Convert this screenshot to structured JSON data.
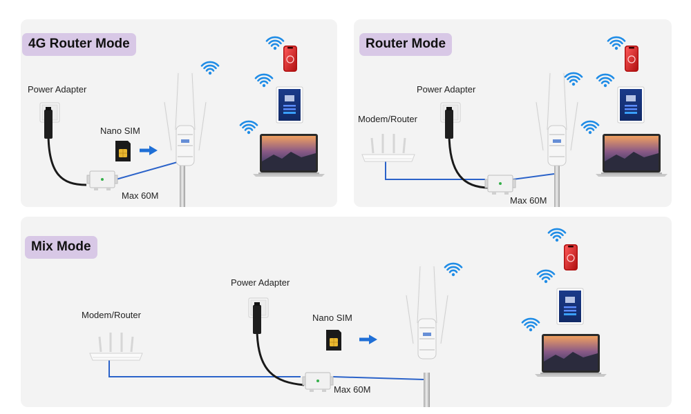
{
  "panels": {
    "lte": {
      "title": "4G Router Mode",
      "power_adapter": "Power Adapter",
      "nano_sim": "Nano SIM",
      "cable_length": "Max 60M"
    },
    "router": {
      "title": "Router Mode",
      "power_adapter": "Power Adapter",
      "modem": "Modem/Router",
      "cable_length": "Max 60M"
    },
    "mix": {
      "title": "Mix Mode",
      "power_adapter": "Power Adapter",
      "modem": "Modem/Router",
      "nano_sim": "Nano SIM",
      "cable_length": "Max 60M"
    }
  },
  "colors": {
    "panel_bg": "#f3f3f3",
    "title_bg": "#d8c8e6",
    "ethernet_cable": "#2a62c9",
    "wifi": "#1f8ce6",
    "power_cable": "#1a1a1a"
  },
  "icons": [
    "wifi-icon",
    "phone-icon",
    "tablet-icon",
    "laptop-icon",
    "sim-card-icon",
    "arrow-right-icon",
    "antenna-router-icon",
    "poe-injector-icon",
    "power-plug-icon",
    "modem-router-icon"
  ]
}
